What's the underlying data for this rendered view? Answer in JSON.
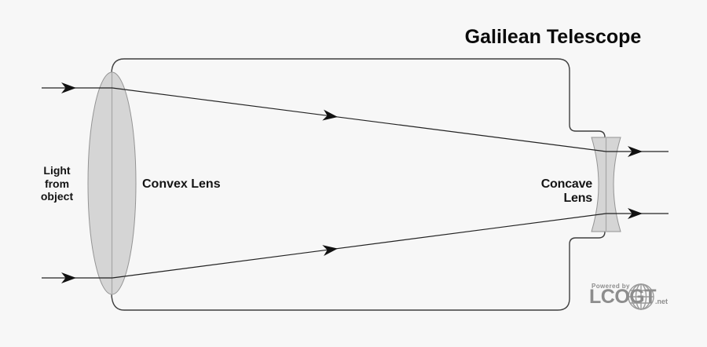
{
  "title": "Galilean Telescope",
  "labels": {
    "light_source": "Light\nfrom\nobject",
    "convex_lens": "Convex Lens",
    "concave_lens": "Concave Lens"
  },
  "logo": {
    "powered_by": "Powered by",
    "name": "LCOGT",
    "suffix": ".net"
  },
  "icons": {
    "globe": "globe-icon",
    "arrows": "ray-direction-arrowheads"
  },
  "colors": {
    "background": "#f7f7f7",
    "outline": "#3f3f3f",
    "ray": "#222222",
    "arrow": "#111111",
    "lens_fill": "#d5d5d5",
    "lens_stroke": "#949494",
    "lens_centerline": "#a6a6a6",
    "logo_gray": "#8d8d8d",
    "title_text": "#0a0a0a",
    "label_text": "#141414"
  }
}
